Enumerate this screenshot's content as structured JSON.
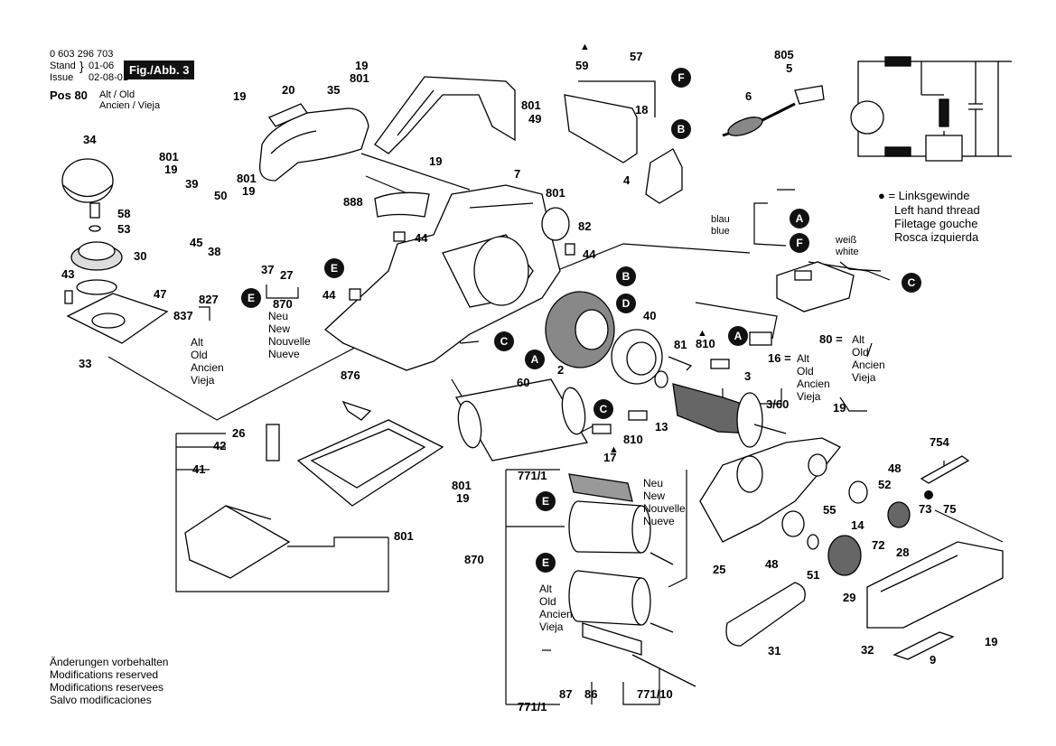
{
  "header": {
    "doc_number": "0 603 296 703",
    "stand_label": "Stand",
    "stand_value": "01-06",
    "issue_label": "Issue",
    "issue_value": "02-08-01",
    "fig_label": "Fig./Abb. 3",
    "pos_label": "Pos 80",
    "pos_note": "Alt / Old\nAncien / Vieja"
  },
  "legend": {
    "symbol": "● = Linksgewinde",
    "lines": [
      "Left hand thread",
      "Filetage gouche",
      "Rosca izquierda"
    ]
  },
  "wire_labels": {
    "blue": "blau\nblue",
    "white": "weiß\nwhite"
  },
  "notes": {
    "new": "Neu\nNew\nNouvelle\nNueve",
    "old": "Alt\nOld\nAncien\nVieja",
    "old80": "Alt\nOld\nAncien\nVieja",
    "old16": "Alt\nOld\nAncien\nVieja",
    "new870": "Neu\nNew\nNouvelle\nNueve",
    "old827": "Alt\nOld\nAncien\nVieja",
    "modifications": "Änderungen vorbehalten\nModifications reserved\nModifications reservees\nSalvo modificaciones"
  },
  "eq_labels": {
    "p80": "80 =",
    "p16": "16 ="
  },
  "arrow_marks": [
    "▲",
    "▲",
    "▲"
  ],
  "badges": [
    "F",
    "B",
    "A",
    "F",
    "C",
    "A",
    "B",
    "D",
    "C",
    "A",
    "C",
    "E",
    "E",
    "E",
    "E"
  ],
  "parts": [
    "19",
    "801",
    "20",
    "35",
    "19",
    "801",
    "49",
    "19",
    "7",
    "801",
    "888",
    "82",
    "44",
    "44",
    "44",
    "34",
    "801",
    "19",
    "39",
    "50",
    "801",
    "19",
    "45",
    "38",
    "58",
    "53",
    "30",
    "43",
    "47",
    "37",
    "27",
    "870",
    "827",
    "837",
    "33",
    "876",
    "26",
    "42",
    "41",
    "801",
    "801",
    "19",
    "59",
    "57",
    "18",
    "4",
    "805",
    "5",
    "6",
    "40",
    "81",
    "810",
    "2",
    "3",
    "3/60",
    "19",
    "13",
    "810",
    "60",
    "17",
    "771/1",
    "870",
    "87",
    "86",
    "771/10",
    "771/1",
    "754",
    "48",
    "52",
    "73",
    "75",
    "55",
    "14",
    "28",
    "72",
    "48",
    "51",
    "29",
    "25",
    "31",
    "32",
    "9",
    "19"
  ]
}
